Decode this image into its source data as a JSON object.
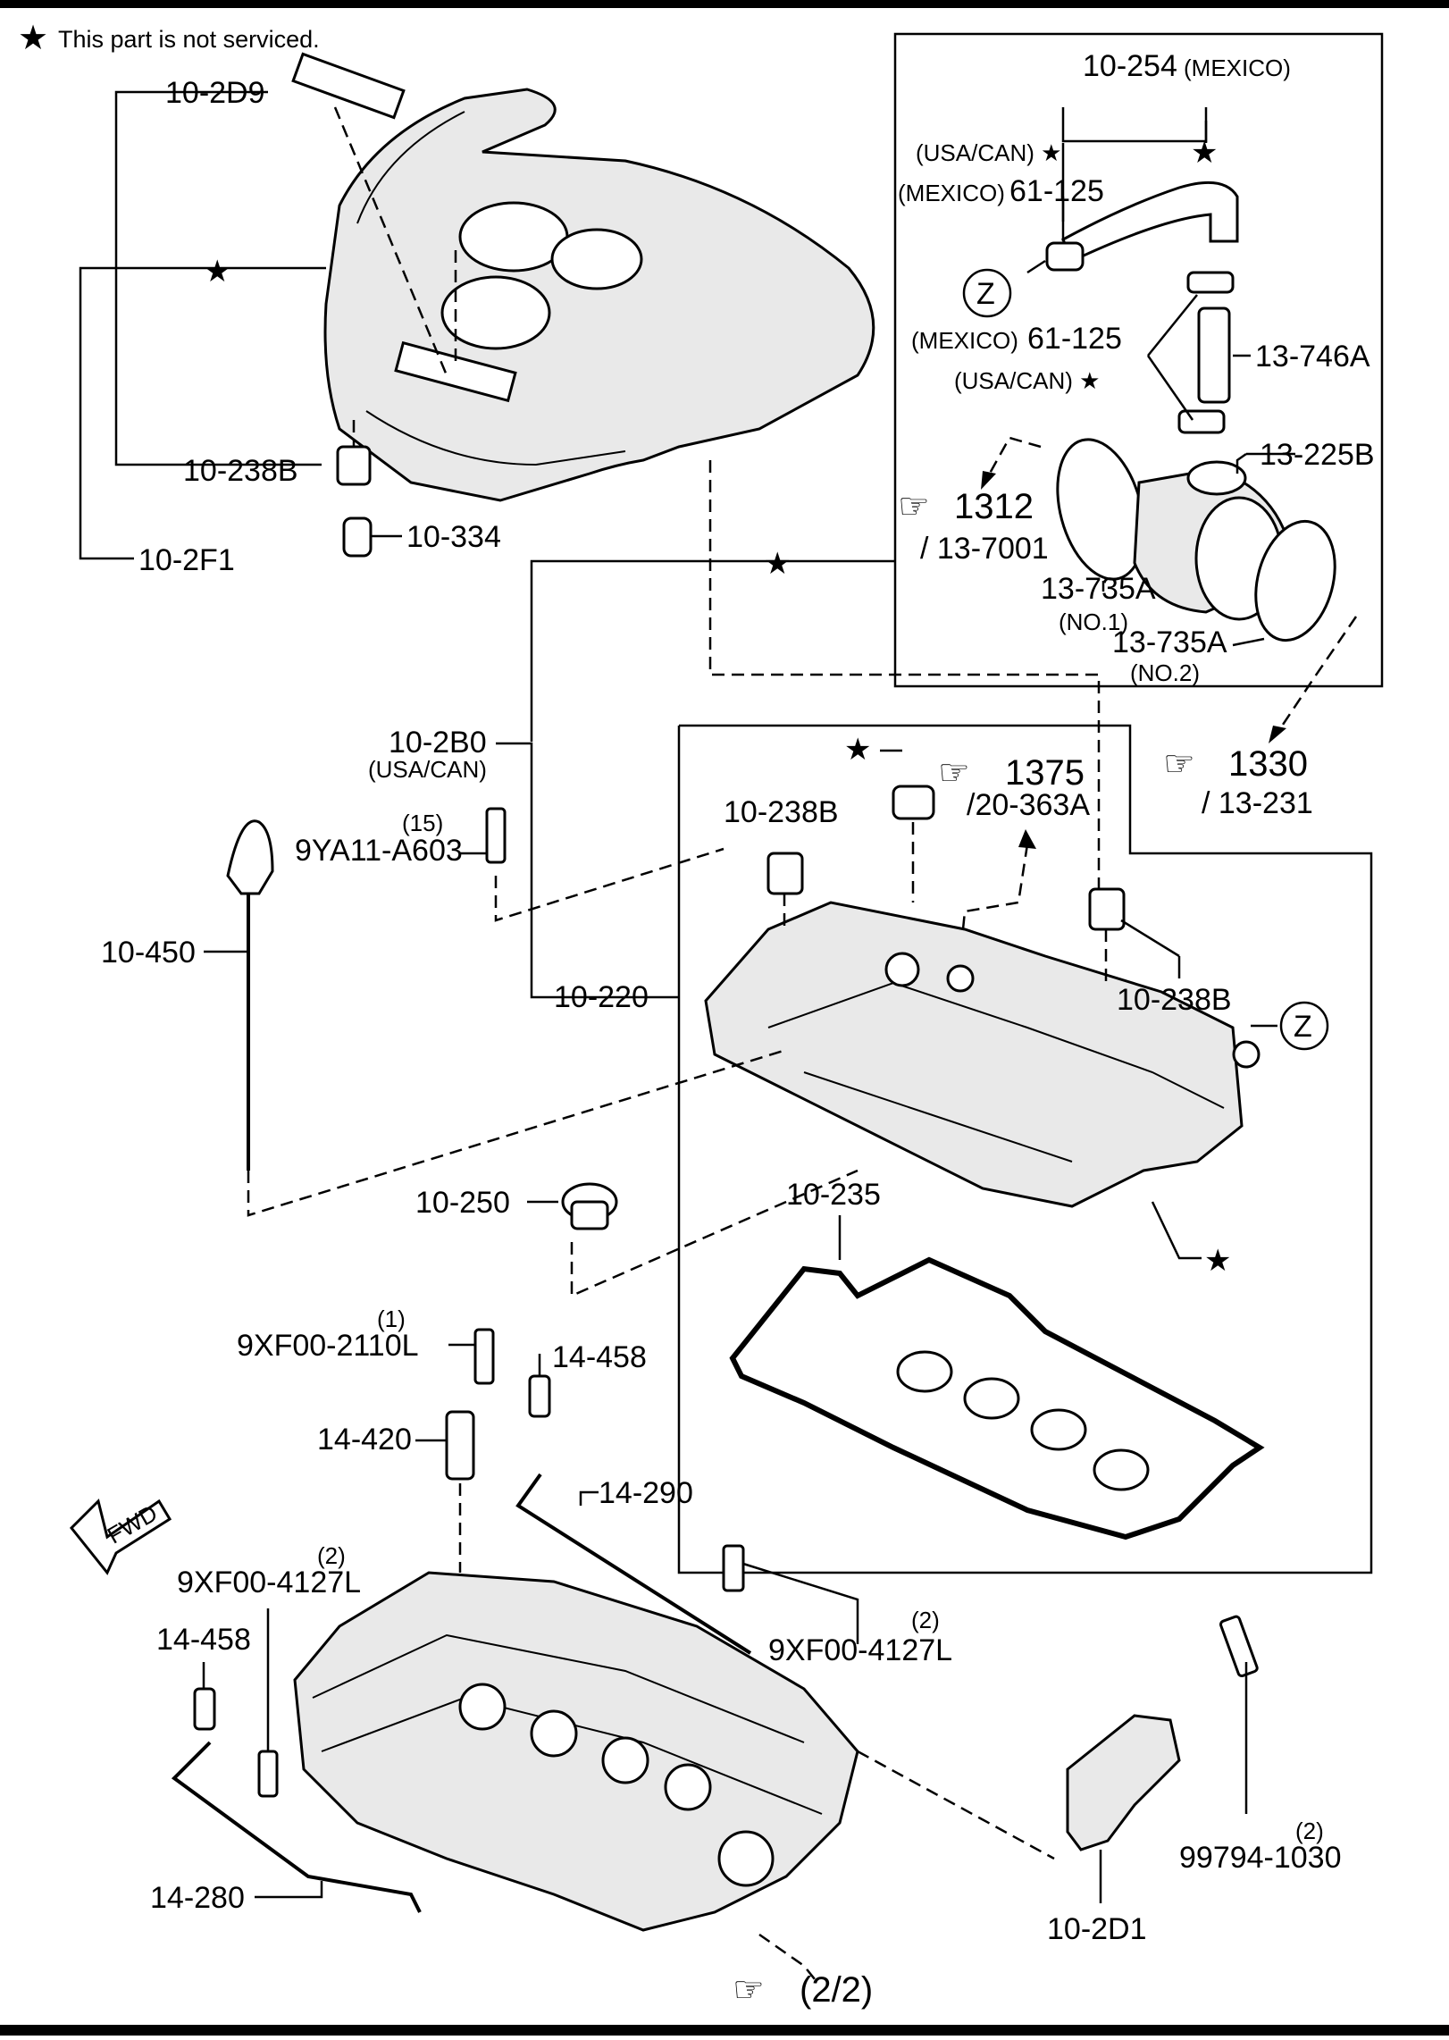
{
  "header": {
    "note": "This part is not serviced."
  },
  "labels": {
    "engine_cover_insulator": "10-2D9",
    "star_top_left": "★",
    "grommet_cover": "10-238B",
    "pin_stud": "10-334",
    "engine_cover": "10-2F1",
    "hose_part": "10-254",
    "hose_note": "(MEXICO)",
    "usa_can_star_1": "(USA/CAN) ★",
    "star_hose": "★",
    "clamp_mexico_1_prefix": "(MEXICO)",
    "clamp_mexico_1": "61-125",
    "z_marker_1": "Z",
    "clamp_mexico_2_prefix": "(MEXICO)",
    "clamp_mexico_2": "61-125",
    "pipe_part": "13-746A",
    "usa_can_star_2": "(USA/CAN) ★",
    "intake_adapter": "13-225B",
    "ref_1312": "1312",
    "ref_1312_sub": "/ 13-7001",
    "clamp_no1": "13-735A",
    "clamp_no1_sub": "(NO.1)",
    "clamp_no2": "13-735A",
    "clamp_no2_sub": "(NO.2)",
    "star_mid": "★",
    "ref_1330": "1330",
    "ref_1330_sub": "/ 13-231",
    "ref_1375": "1375",
    "ref_1375_sub": "/20-363A",
    "star_1375": "★",
    "bracket_part": "10-2B0",
    "bracket_note": "(USA/CAN)",
    "bolt_qty_15": "(15)",
    "bolt_9ya11": "9YA11-A603",
    "grommet_left": "10-238B",
    "dipstick": "10-450",
    "cylinder_head_cover": "10-220",
    "grommet_right": "10-238B",
    "z_marker_2": "Z",
    "oil_filler_cap": "10-250",
    "gasket": "10-235",
    "star_cover": "★",
    "bolt_qty_1": "(1)",
    "bolt_9xf00_2110l": "9XF00-2110L",
    "plug_14_458_top": "14-458",
    "ocv_valve": "14-420",
    "oil_pipe_top": "14-290",
    "fwd": "FWD",
    "bolt_qty_2_left": "(2)",
    "bolt_9xf00_4127l_left": "9XF00-4127L",
    "plug_14_458_left": "14-458",
    "bolt_qty_2_right": "(2)",
    "bolt_9xf00_4127l_right": "9XF00-4127L",
    "bolt_qty_2_bracket": "(2)",
    "bolt_99794": "99794-1030",
    "oil_pipe_bottom": "14-280",
    "engine_hanger": "10-2D1",
    "ref_page": "(2/2)"
  }
}
